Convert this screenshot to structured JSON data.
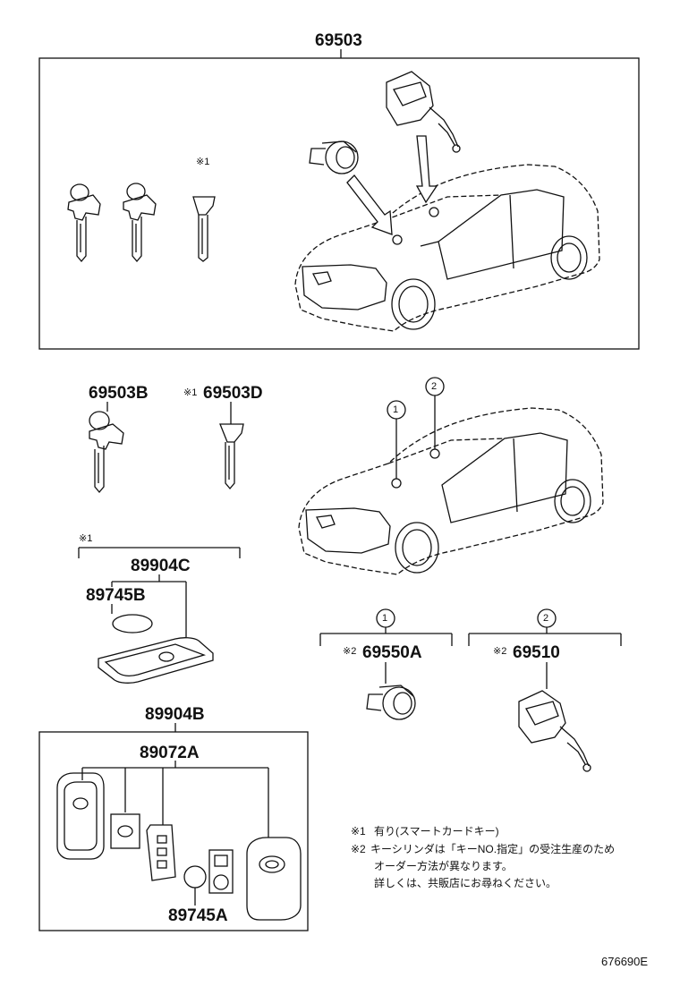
{
  "labels": {
    "top_assembly": "69503",
    "key_b": "69503B",
    "key_d": "69503D",
    "key_d_mark": "※1",
    "card_set": "89904C",
    "card_set_mark": "※1",
    "card_battery": "89745B",
    "smart_set": "89904B",
    "smart_case": "89072A",
    "smart_battery": "89745A",
    "cyl_a": "69550A",
    "cyl_a_mark": "※2",
    "cyl_b": "69510",
    "cyl_b_mark": "※2",
    "top_key_mark": "※1",
    "callout_1": "1",
    "callout_2": "2",
    "drawing_number": "676690E"
  },
  "notes": {
    "note1_mark": "※1",
    "note1_text": "有り(スマートカードキー)",
    "note2_mark": "※2",
    "note2_line1": "キーシリンダは「キーNO.指定」の受注生産のため",
    "note2_line2": "オーダー方法が異なります。",
    "note2_line3": "詳しくは、共販店にお尋ねください。"
  }
}
